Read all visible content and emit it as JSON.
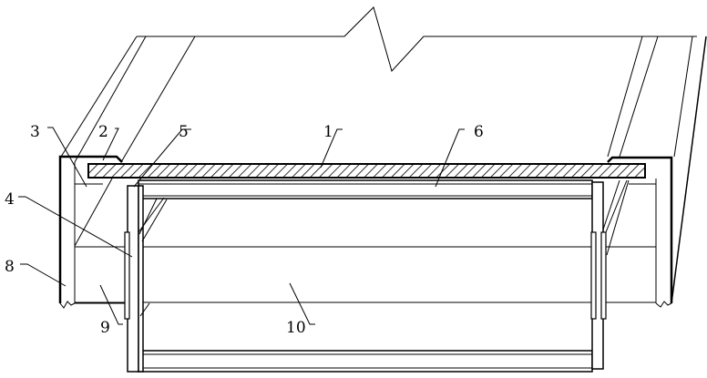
{
  "figure": {
    "labels": {
      "l1": "1",
      "l2": "2",
      "l3": "3",
      "l4": "4",
      "l5": "5",
      "l6": "6",
      "l8": "8",
      "l9": "9",
      "l10": "10"
    },
    "colors": {
      "ink": "#000000",
      "background": "#ffffff"
    }
  }
}
